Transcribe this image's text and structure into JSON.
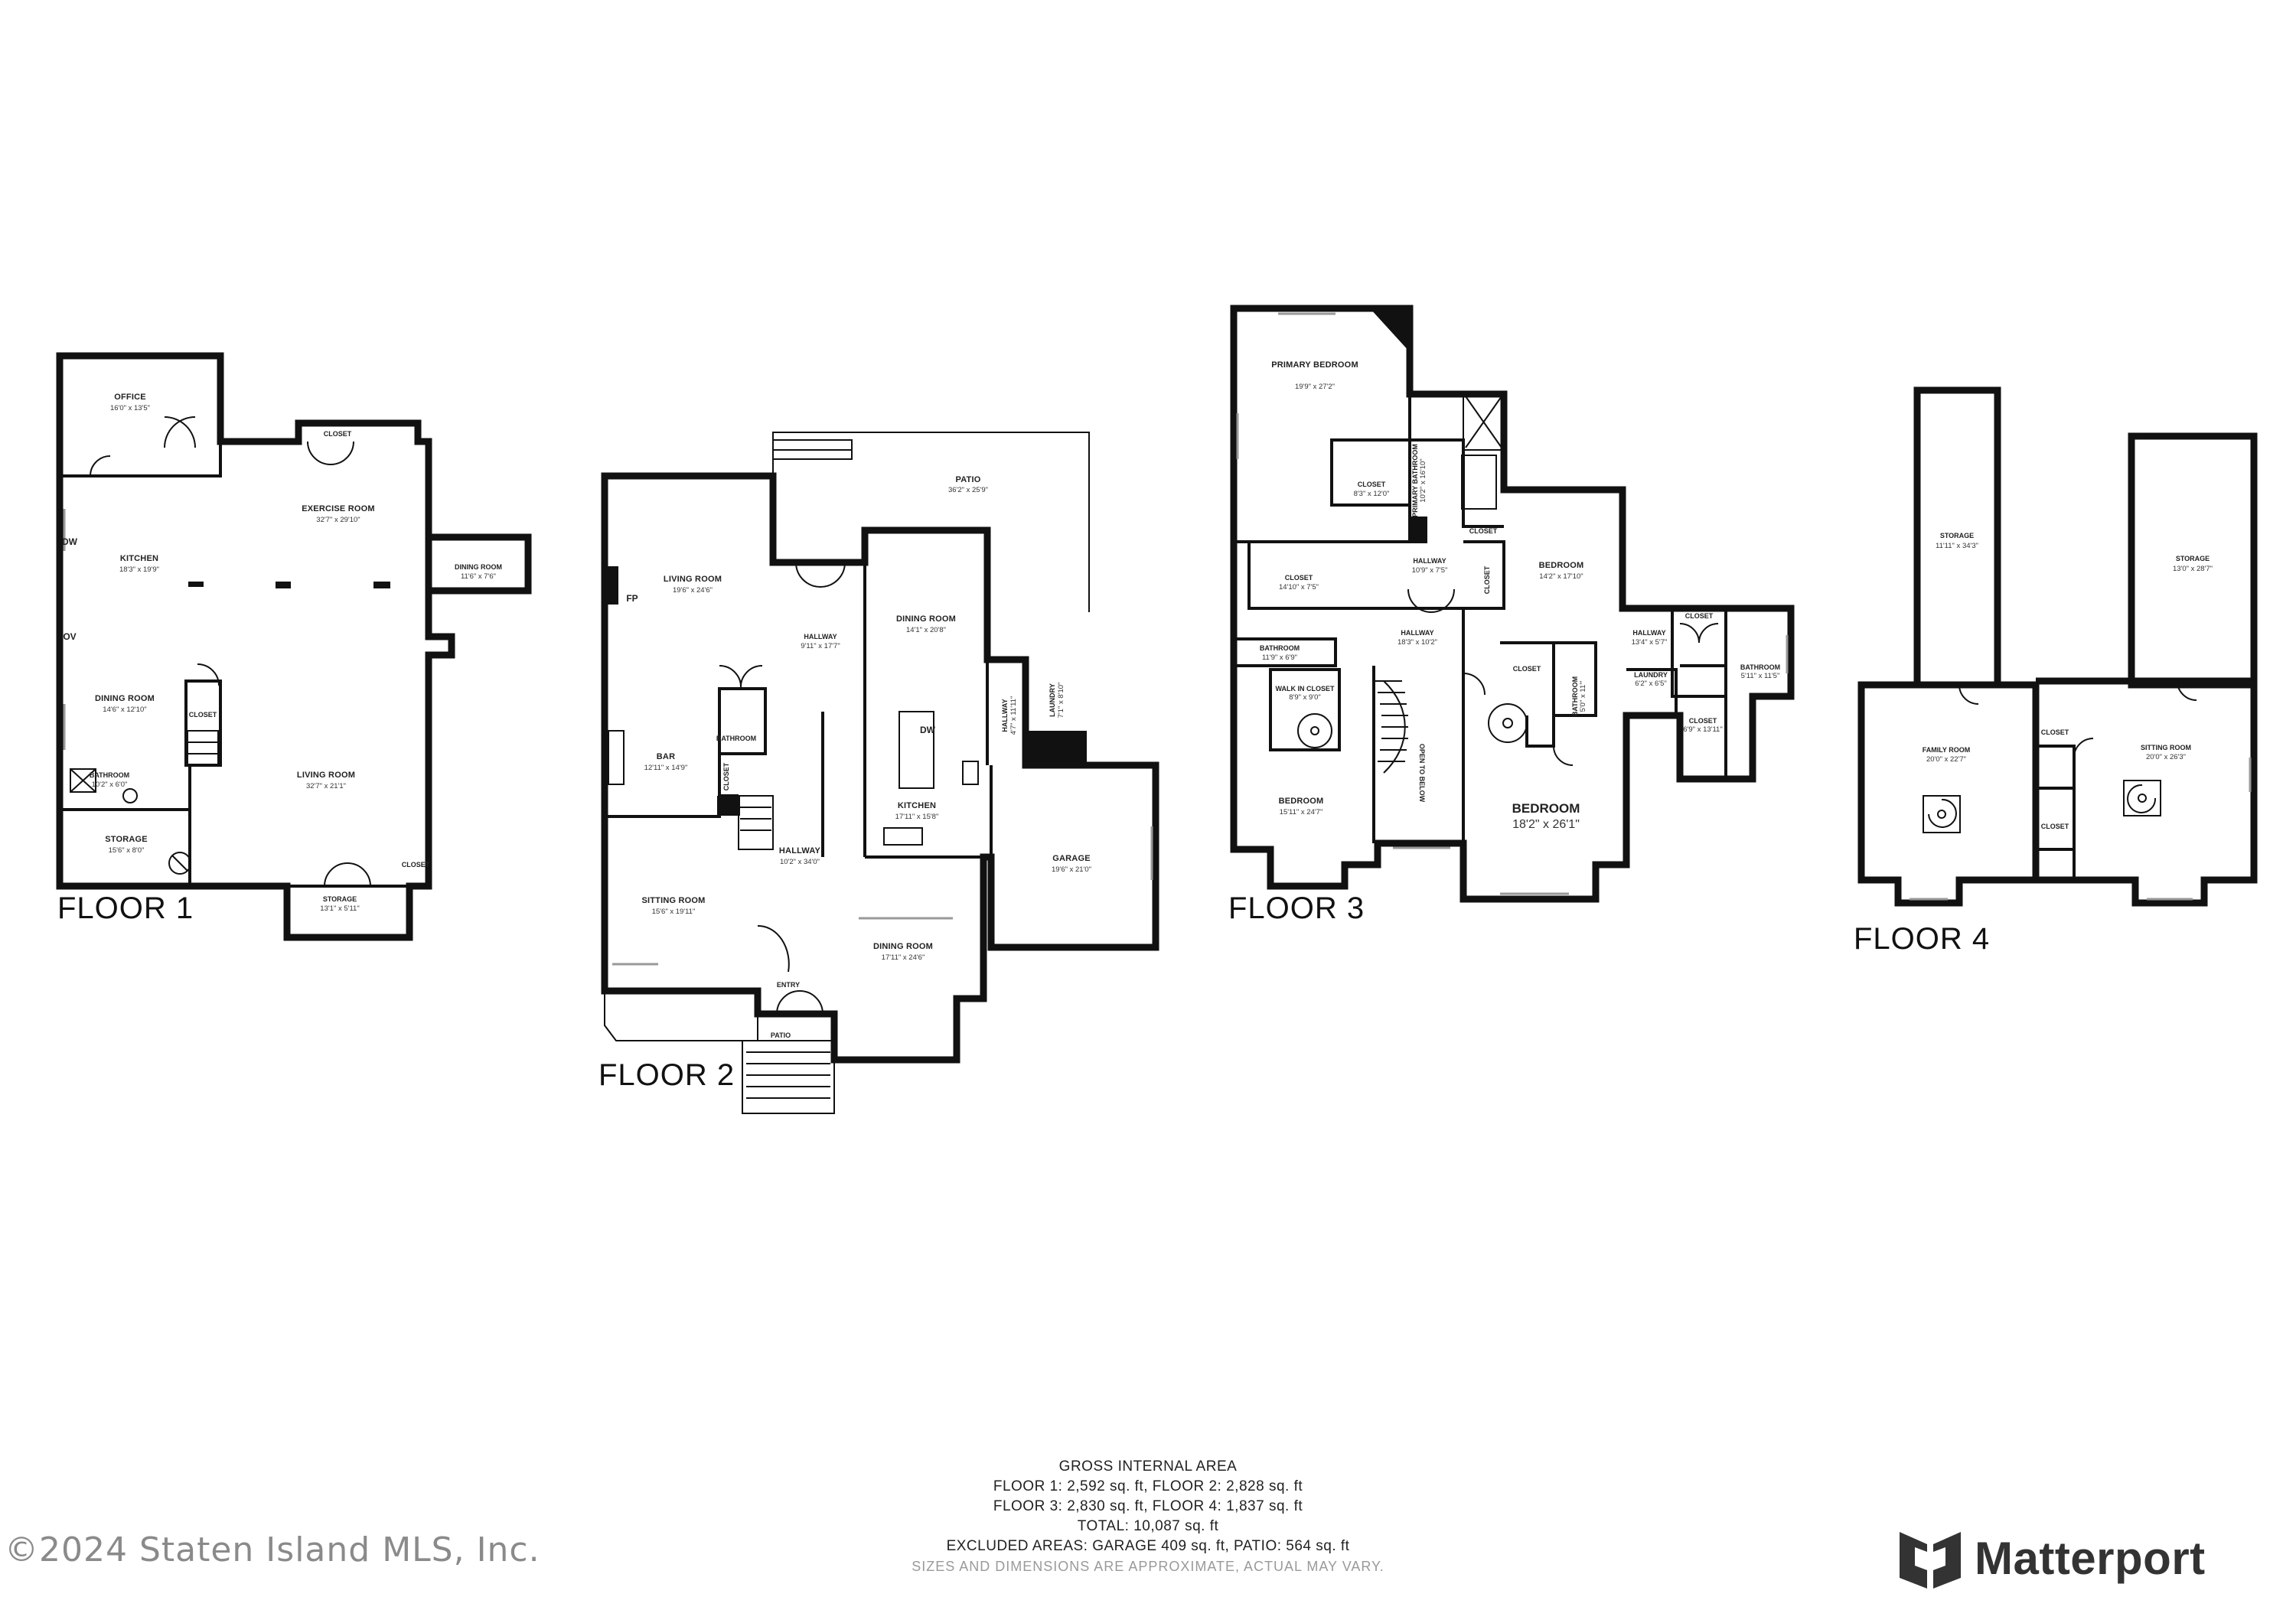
{
  "floors": [
    {
      "label": "FLOOR 1",
      "rooms": [
        {
          "name": "OFFICE",
          "dim": "16'0\" x 13'5\""
        },
        {
          "name": "CLOSET",
          "dim": ""
        },
        {
          "name": "EXERCISE ROOM",
          "dim": "32'7\" x 29'10\""
        },
        {
          "name": "KITCHEN",
          "dim": "18'3\" x 19'9\""
        },
        {
          "name": "DINING ROOM",
          "dim": "11'6\" x 7'6\""
        },
        {
          "name": "DINING ROOM",
          "dim": "14'6\" x 12'10\""
        },
        {
          "name": "CLOSET",
          "dim": ""
        },
        {
          "name": "BATHROOM",
          "dim": "10'2\" x 6'0\""
        },
        {
          "name": "LIVING ROOM",
          "dim": "32'7\" x 21'1\""
        },
        {
          "name": "STORAGE",
          "dim": "15'6\" x 8'0\""
        },
        {
          "name": "STORAGE",
          "dim": "13'1\" x 5'11\""
        },
        {
          "name": "CLOSET",
          "dim": ""
        }
      ],
      "fixtures": [
        "DW",
        "OV"
      ]
    },
    {
      "label": "FLOOR 2",
      "rooms": [
        {
          "name": "PATIO",
          "dim": "36'2\" x 25'9\""
        },
        {
          "name": "LIVING ROOM",
          "dim": "19'6\" x 24'6\""
        },
        {
          "name": "HALLWAY",
          "dim": "9'11\" x 17'7\""
        },
        {
          "name": "DINING ROOM",
          "dim": "14'1\" x 20'8\""
        },
        {
          "name": "HALLWAY",
          "dim": "4'7\" x 11'11\""
        },
        {
          "name": "LAUNDRY",
          "dim": "7'1\" x 8'10\""
        },
        {
          "name": "BAR",
          "dim": "12'11\" x 14'9\""
        },
        {
          "name": "BATHROOM",
          "dim": ""
        },
        {
          "name": "CLOSET",
          "dim": ""
        },
        {
          "name": "KITCHEN",
          "dim": "17'11\" x 15'8\""
        },
        {
          "name": "GARAGE",
          "dim": "19'6\" x 21'0\""
        },
        {
          "name": "HALLWAY",
          "dim": "10'2\" x 34'0\""
        },
        {
          "name": "SITTING ROOM",
          "dim": "15'6\" x 19'11\""
        },
        {
          "name": "DINING ROOM",
          "dim": "17'11\" x 24'6\""
        },
        {
          "name": "ENTRY",
          "dim": ""
        },
        {
          "name": "PATIO",
          "dim": ""
        }
      ],
      "fixtures": [
        "FP",
        "DW"
      ]
    },
    {
      "label": "FLOOR 3",
      "rooms": [
        {
          "name": "PRIMARY BEDROOM",
          "dim": "19'9\" x 27'2\""
        },
        {
          "name": "CLOSET",
          "dim": "8'3\" x 12'0\""
        },
        {
          "name": "PRIMARY BATHROOM",
          "dim": "10'2\" x 16'10\""
        },
        {
          "name": "CLOSET",
          "dim": ""
        },
        {
          "name": "BEDROOM",
          "dim": "14'2\" x 17'10\""
        },
        {
          "name": "CLOSET",
          "dim": "14'10\" x 7'5\""
        },
        {
          "name": "HALLWAY",
          "dim": "10'9\" x 7'5\""
        },
        {
          "name": "CLOSET",
          "dim": ""
        },
        {
          "name": "BATHROOM",
          "dim": "11'9\" x 6'9\""
        },
        {
          "name": "HALLWAY",
          "dim": "18'3\" x 10'2\""
        },
        {
          "name": "CLOSET",
          "dim": ""
        },
        {
          "name": "WALK IN CLOSET",
          "dim": "8'9\" x 9'0\""
        },
        {
          "name": "BATHROOM",
          "dim": "5'0\" x 11'\""
        },
        {
          "name": "HALLWAY",
          "dim": "13'4\" x 5'7\""
        },
        {
          "name": "CLOSET",
          "dim": ""
        },
        {
          "name": "LAUNDRY",
          "dim": "6'2\" x 6'5\""
        },
        {
          "name": "BATHROOM",
          "dim": "5'11\" x 11'5\""
        },
        {
          "name": "CLOSET",
          "dim": "6'9\" x 13'11\""
        },
        {
          "name": "BEDROOM",
          "dim": "15'11\" x 24'7\""
        },
        {
          "name": "OPEN TO BELOW",
          "dim": ""
        },
        {
          "name": "BEDROOM",
          "dim": "18'2\" x 26'1\""
        }
      ]
    },
    {
      "label": "FLOOR 4",
      "rooms": [
        {
          "name": "STORAGE",
          "dim": "11'11\" x 34'3\""
        },
        {
          "name": "STORAGE",
          "dim": "13'0\" x 28'7\""
        },
        {
          "name": "FAMILY ROOM",
          "dim": "20'0\" x 22'7\""
        },
        {
          "name": "CLOSET",
          "dim": ""
        },
        {
          "name": "SITTING ROOM",
          "dim": "20'0\" x 26'3\""
        },
        {
          "name": "CLOSET",
          "dim": ""
        }
      ]
    }
  ],
  "footer": {
    "title": "GROSS INTERNAL AREA",
    "line1": "FLOOR 1: 2,592 sq. ft, FLOOR 2: 2,828 sq. ft",
    "line2": "FLOOR 3: 2,830 sq. ft, FLOOR 4: 1,837 sq. ft",
    "line3": "TOTAL: 10,087 sq. ft",
    "line4": "EXCLUDED AREAS: GARAGE 409 sq. ft, PATIO: 564 sq. ft",
    "disclaimer": "SIZES AND DIMENSIONS ARE APPROXIMATE, ACTUAL MAY VARY."
  },
  "copyright": "©2024 Staten Island MLS, Inc.",
  "brand": {
    "name": "Matterport",
    "logo_icon": "matterport-logo-icon",
    "logo_color": "#333333"
  }
}
